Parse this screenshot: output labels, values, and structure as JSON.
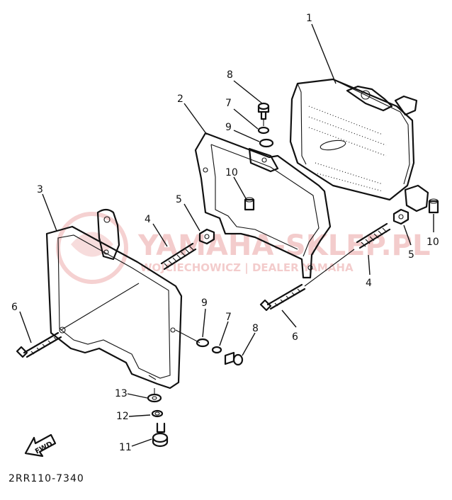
{
  "watermark": {
    "brand": "YAMAHA-SKLEP.PL",
    "dealer": "WOJCIECHOWICZ | DEALER YAMAHA"
  },
  "labels": {
    "headlight_unit": "1",
    "stay_inner": "2",
    "stay_outer": "3",
    "spring_left": "4",
    "spring_right": "4",
    "nut_left": "5",
    "nut_right": "5",
    "screw_left": "6",
    "screw_right": "6",
    "washer_top": "7",
    "washer_bottom": "7",
    "bolt_top": "8",
    "bolt_bottom": "8",
    "washer_plain_top": "9",
    "washer_plain_bottom": "9",
    "grommet_inner": "10",
    "grommet_right": "10",
    "bolt_bottom_stay": "11",
    "spring_washer": "12",
    "plain_washer": "13"
  },
  "fwd": "FWD",
  "diagram_code": "2RR110-7340",
  "colors": {
    "line": "#111111",
    "watermark": "#e89a9a"
  }
}
